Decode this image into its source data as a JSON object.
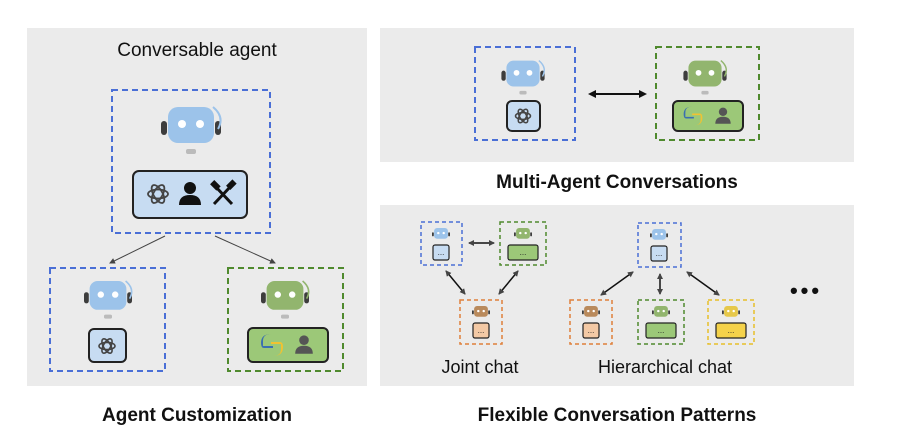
{
  "left_panel": {
    "title": "Conversable agent",
    "caption": "Agent Customization"
  },
  "top_right_panel": {
    "caption": "Multi-Agent Conversations"
  },
  "bottom_right_panel": {
    "caption": "Flexible Conversation Patterns",
    "joint_label": "Joint chat",
    "hierarchical_label": "Hierarchical chat",
    "more_indicator": "•••"
  },
  "colors": {
    "blue_border": "#4a6fd6",
    "green_border": "#4f8a2e",
    "orange_border": "#e0803a",
    "yellow_border": "#e8c02a",
    "robot_blue": "#9cc3ea",
    "robot_green": "#92b56e",
    "robot_brown": "#b98a5c",
    "robot_yellow": "#e6c84a",
    "box_blue": "#c7dcf2",
    "box_green": "#9cc878",
    "box_orange": "#f3c9a5",
    "box_yellow": "#f4d24a"
  },
  "icons": [
    "robot-icon",
    "openai-icon",
    "person-icon",
    "tools-icon",
    "python-icon",
    "ellipsis-icon"
  ]
}
